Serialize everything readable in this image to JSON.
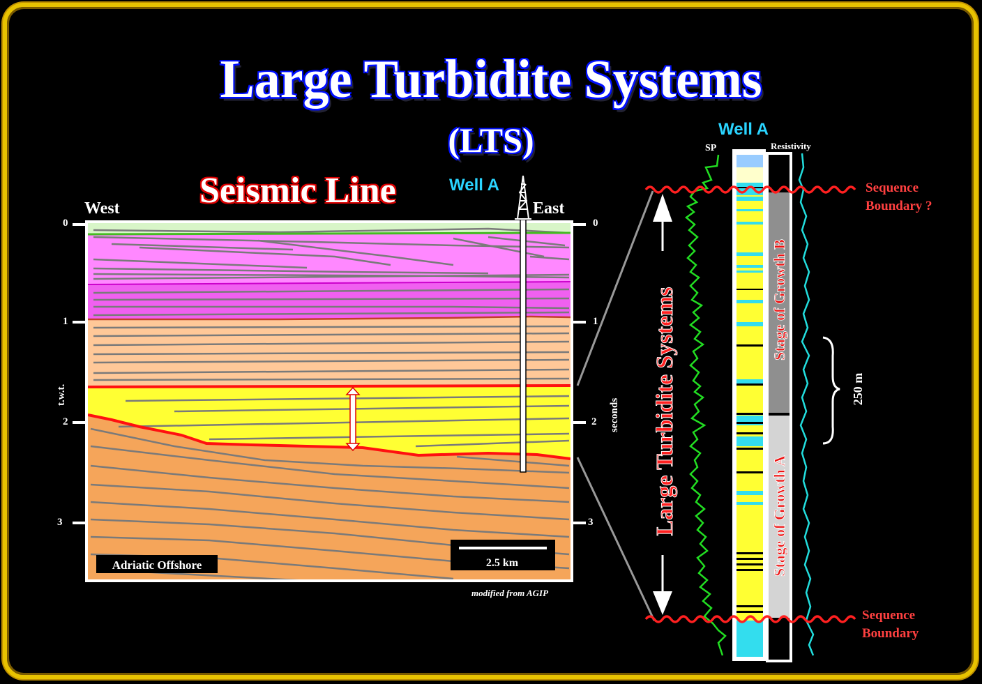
{
  "title": "Large Turbidite Systems",
  "subtitle": "(LTS)",
  "seismic": {
    "heading": "Seismic Line",
    "well_label": "Well A",
    "west_label": "West",
    "east_label": "East",
    "left_ticks": [
      "0",
      "1",
      "2",
      "3"
    ],
    "right_ticks": [
      "0",
      "1",
      "2",
      "3"
    ],
    "left_axis_label": "t.w.t.",
    "right_axis_label": "seconds",
    "location_label": "Adriatic Offshore",
    "scale_bar_label": "2.5 km",
    "credit": "modified from AGIP"
  },
  "well_log": {
    "title": "Well A",
    "sp_label": "SP",
    "resistivity_label": "Resistivity",
    "lts_label": "Large Turbidite Systems",
    "stage_b": "Stage of Growth B",
    "stage_a": "Stage of Growth A",
    "thickness_label": "250 m",
    "seq_top_line1": "Sequence",
    "seq_top_line2": "Boundary ?",
    "seq_bottom_line1": "Sequence",
    "seq_bottom_line2": "Boundary"
  },
  "colors": {
    "frame": "#e8c200",
    "title_outline": "#0010ff",
    "seismic_title_outline": "#dd0000",
    "well_label": "#2ad4ff",
    "magenta_layer": "#ff66ff",
    "tan_layer": "#ffc898",
    "yellow_layer": "#ffff33",
    "orange_layer": "#f5a55a",
    "sequence_boundary": "#ff2020",
    "sp_curve": "#22dd22",
    "resistivity_curve": "#22dddd"
  }
}
